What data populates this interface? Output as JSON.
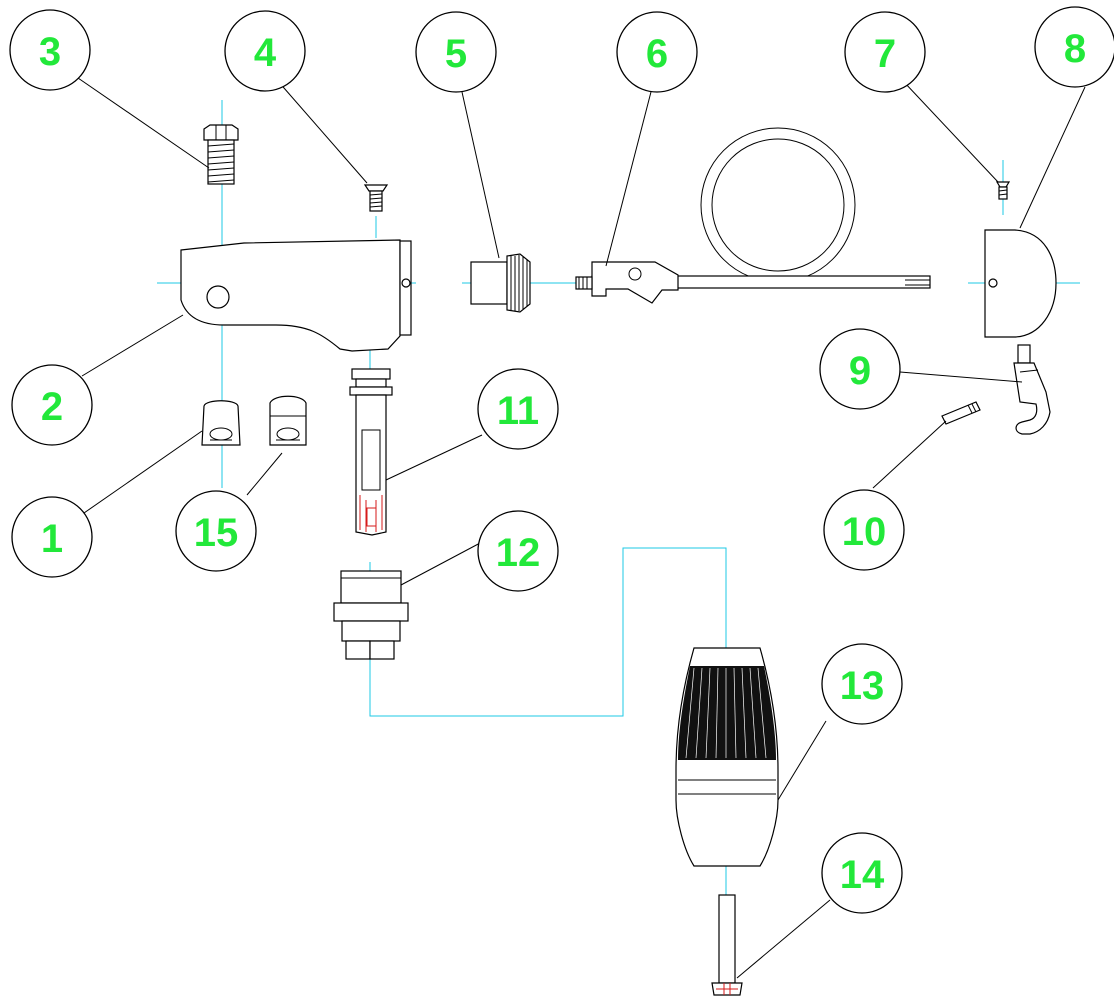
{
  "diagram": {
    "type": "exploded-parts-diagram",
    "callouts": [
      {
        "id": "1",
        "label": "1"
      },
      {
        "id": "2",
        "label": "2"
      },
      {
        "id": "3",
        "label": "3"
      },
      {
        "id": "4",
        "label": "4"
      },
      {
        "id": "5",
        "label": "5"
      },
      {
        "id": "6",
        "label": "6"
      },
      {
        "id": "7",
        "label": "7"
      },
      {
        "id": "8",
        "label": "8"
      },
      {
        "id": "9",
        "label": "9"
      },
      {
        "id": "10",
        "label": "10"
      },
      {
        "id": "11",
        "label": "11"
      },
      {
        "id": "12",
        "label": "12"
      },
      {
        "id": "13",
        "label": "13"
      },
      {
        "id": "14",
        "label": "14"
      },
      {
        "id": "15",
        "label": "15"
      }
    ]
  },
  "colors": {
    "label_text": "#22e83a",
    "axis_lines": "#1ec8e6",
    "hidden_detail": "#d61a1a",
    "outline": "#000000"
  }
}
